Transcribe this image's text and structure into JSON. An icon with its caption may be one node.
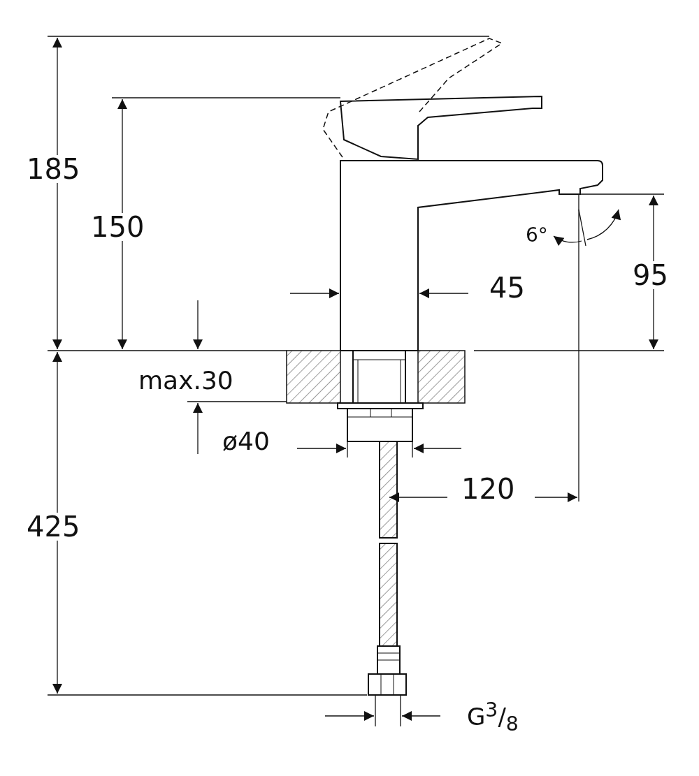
{
  "diagram": {
    "labels": [
      "185",
      "150",
      "max.30",
      "45",
      "6°",
      "95",
      "ø40",
      "120",
      "425",
      "G$^{3}$/$_{8}$"
    ]
  }
}
